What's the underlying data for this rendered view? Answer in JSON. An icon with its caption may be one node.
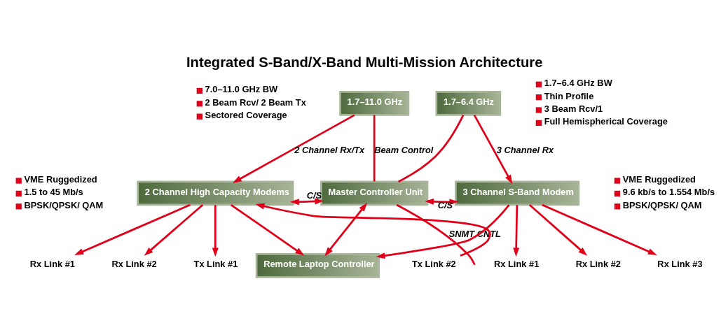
{
  "diagram": {
    "title": "Integrated S-Band/X-Band Multi-Mission Architecture",
    "nodes": [
      {
        "text": [
          "1.7–11.0 GHz"
        ],
        "beside": [
          "7.0–11.0 GHz BW",
          "2 Beam Rcv/ 2 Beam Tx",
          "Sectored Coverage"
        ]
      },
      {
        "text": [
          "1.7–6.4 GHz"
        ],
        "beside": [
          "1.7–6.4 GHz BW",
          "Thin Profile",
          "3 Beam Rcv/1",
          "Full Hemispherical Coverage"
        ]
      },
      {
        "text": [
          "2 Channel High Capacity Modems"
        ],
        "beside": [
          "VME Ruggedized",
          "1.5 to 45 Mb/s",
          "BPSK/QPSK/ QAM"
        ]
      },
      {
        "text": [
          "Master Controller Unit"
        ]
      },
      {
        "text": [
          "3 Channel S-Band Modem"
        ],
        "beside": [
          "VME Ruggedized",
          "9.6 kb/s to 1.554 Mb/s",
          "BPSK/QPSK/ QAM"
        ]
      },
      {
        "text": [
          "Remote Laptop Controller"
        ]
      },
      {
        "text": [
          "Rx Link #1"
        ]
      },
      {
        "text": [
          "Rx Link #2"
        ]
      },
      {
        "text": [
          "Tx Link #1"
        ]
      },
      {
        "text": [
          "Tx Link #2"
        ]
      },
      {
        "text": [
          "Rx Link #1"
        ]
      },
      {
        "text": [
          "Rx Link #2"
        ]
      },
      {
        "text": [
          "Rx Link #3"
        ]
      }
    ],
    "edges": [
      {
        "from": 0,
        "to": 2,
        "arrow": "to",
        "label": "2 Channel Rx/Tx"
      },
      {
        "from": 0,
        "to": 3,
        "arrow": "none",
        "label": "Beam Control"
      },
      {
        "from": 3,
        "to": 1,
        "arrow": "none"
      },
      {
        "from": 1,
        "to": 4,
        "arrow": "to",
        "label": "3 Channel Rx"
      },
      {
        "from": 2,
        "to": 3,
        "arrow": "both",
        "label": "C/S"
      },
      {
        "from": 3,
        "to": 4,
        "arrow": "both",
        "label": "C/S"
      },
      {
        "from": 3,
        "to": 5,
        "arrow": "both"
      },
      {
        "from": 3,
        "to": null,
        "arrow": "none",
        "label": "SNMT CNTL"
      },
      {
        "from": 2,
        "to": 5,
        "arrow": "to"
      },
      {
        "from": 4,
        "to": 5,
        "arrow": "to"
      },
      {
        "from": 2,
        "to": 6,
        "arrow": "to"
      },
      {
        "from": 2,
        "to": 7,
        "arrow": "to"
      },
      {
        "from": 2,
        "to": 8,
        "arrow": "to"
      },
      {
        "from": 9,
        "to": 2,
        "arrow": "to"
      },
      {
        "from": 4,
        "to": 10,
        "arrow": "to"
      },
      {
        "from": 4,
        "to": 11,
        "arrow": "to"
      },
      {
        "from": 4,
        "to": 12,
        "arrow": "to"
      }
    ]
  }
}
